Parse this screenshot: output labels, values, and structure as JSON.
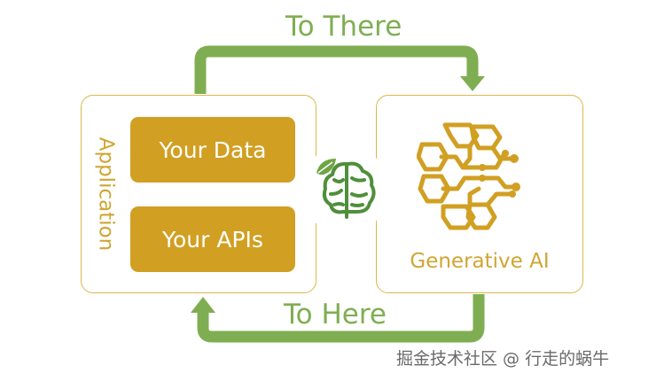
{
  "arrows": {
    "top_label": "To There",
    "bottom_label": "To Here"
  },
  "application": {
    "title": "Application",
    "boxes": [
      {
        "label": "Your Data"
      },
      {
        "label": "Your APIs"
      }
    ]
  },
  "generative_ai": {
    "label": "Generative AI"
  },
  "icons": {
    "ai": "circuit-brain-icon",
    "connector": "leaf-brain-icon"
  },
  "watermark": "掘金技术社区 @ 行走的蜗牛",
  "colors": {
    "arrow_green": "#7fae52",
    "gold": "#d19f22",
    "gold_text": "#d1a533",
    "panel_border": "#d9b84a",
    "icon_green": "#4f8f3a"
  }
}
